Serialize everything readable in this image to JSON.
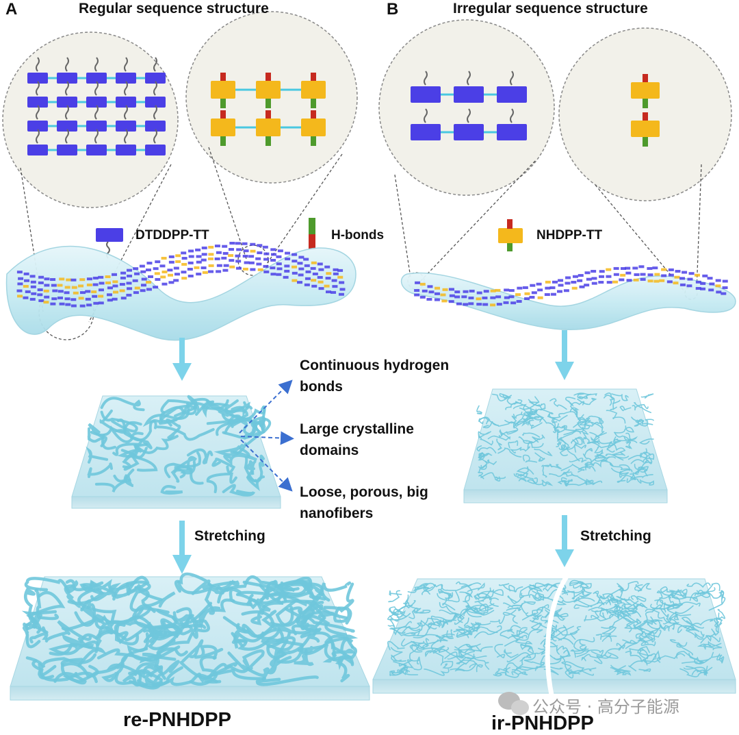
{
  "panel_a": {
    "letter": "A",
    "title": "Regular sequence structure",
    "material": "re-PNHDPP"
  },
  "panel_b": {
    "letter": "B",
    "title": "Irregular sequence structure",
    "material": "ir-PNHDPP"
  },
  "legend": {
    "dtddpp": "DTDDPP-TT",
    "hbonds": "H-bonds",
    "nhdpp": "NHDPP-TT"
  },
  "properties": {
    "p1_line1": "Continuous hydrogen",
    "p1_line2": "bonds",
    "p2_line1": "Large crystalline",
    "p2_line2": "domains",
    "p3_line1": "Loose, porous, big",
    "p3_line2": "nanofibers"
  },
  "process": {
    "stretch_a": "Stretching",
    "stretch_b": "Stretching"
  },
  "watermark": {
    "text": "公众号 · 高分子能源"
  },
  "colors": {
    "dtddpp_blue": "#4b3fe6",
    "nhdpp_yellow": "#f4b81c",
    "hbond_red": "#c62a1f",
    "hbond_green": "#4e9a2c",
    "fiber_cyan": "#6fc6dc",
    "arrow_cyan": "#7dd3ea",
    "dashed_arrow_blue": "#3b6fd0",
    "circle_fill": "#f2f1ea"
  }
}
